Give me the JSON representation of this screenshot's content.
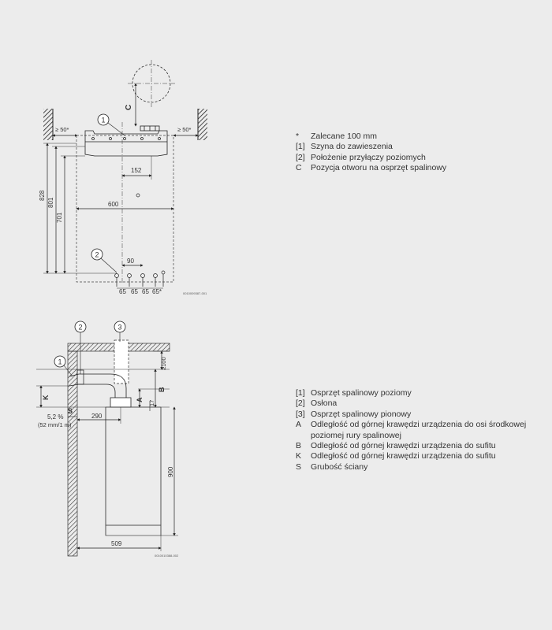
{
  "top_figure": {
    "dims": {
      "h828": "828",
      "h801": "801",
      "h701": "701",
      "w600": "600",
      "w152": "152",
      "w90": "90",
      "gap_left": "≥ 50*",
      "gap_right": "≥ 50*",
      "p1": "65",
      "p2": "65",
      "p3": "65",
      "p4": "65*"
    },
    "callouts": {
      "c1": "1",
      "c2": "2",
      "cC": "C"
    },
    "code": "0010009387-001"
  },
  "top_legend": [
    {
      "key": "*",
      "text": "Zalecane 100 mm"
    },
    {
      "key": "[1]",
      "text": "Szyna do zawieszenia"
    },
    {
      "key": "[2]",
      "text": "Położenie przyłączy poziomych"
    },
    {
      "key": "C",
      "text": "Pozycja otworu na osprzęt spalinowy"
    }
  ],
  "bottom_figure": {
    "dims": {
      "ge100": "≥100",
      "B": "B",
      "A": "A",
      "K": "K",
      "S": "S",
      "v17": "17",
      "w290": "290",
      "h900": "900",
      "w509": "509",
      "slope": "5,2 %",
      "slope_sub": "(52 mm/1 m)"
    },
    "callouts": {
      "c1": "1",
      "c2": "2",
      "c3": "3"
    },
    "code": "0010010388-002"
  },
  "bottom_legend": [
    {
      "key": "[1]",
      "text": "Osprzęt spalinowy poziomy"
    },
    {
      "key": "[2]",
      "text": "Osłona"
    },
    {
      "key": "[3]",
      "text": "Osprzęt spalinowy pionowy"
    },
    {
      "key": "A",
      "text": "Odległość od górnej krawędzi urządzenia do osi środkowej poziomej rury spalinowej"
    },
    {
      "key": "B",
      "text": "Odległość od górnej krawędzi urządzenia do sufitu"
    },
    {
      "key": "K",
      "text": "Odległość od górnej krawędzi urządzenia do sufitu"
    },
    {
      "key": "S",
      "text": "Grubość ściany"
    }
  ]
}
